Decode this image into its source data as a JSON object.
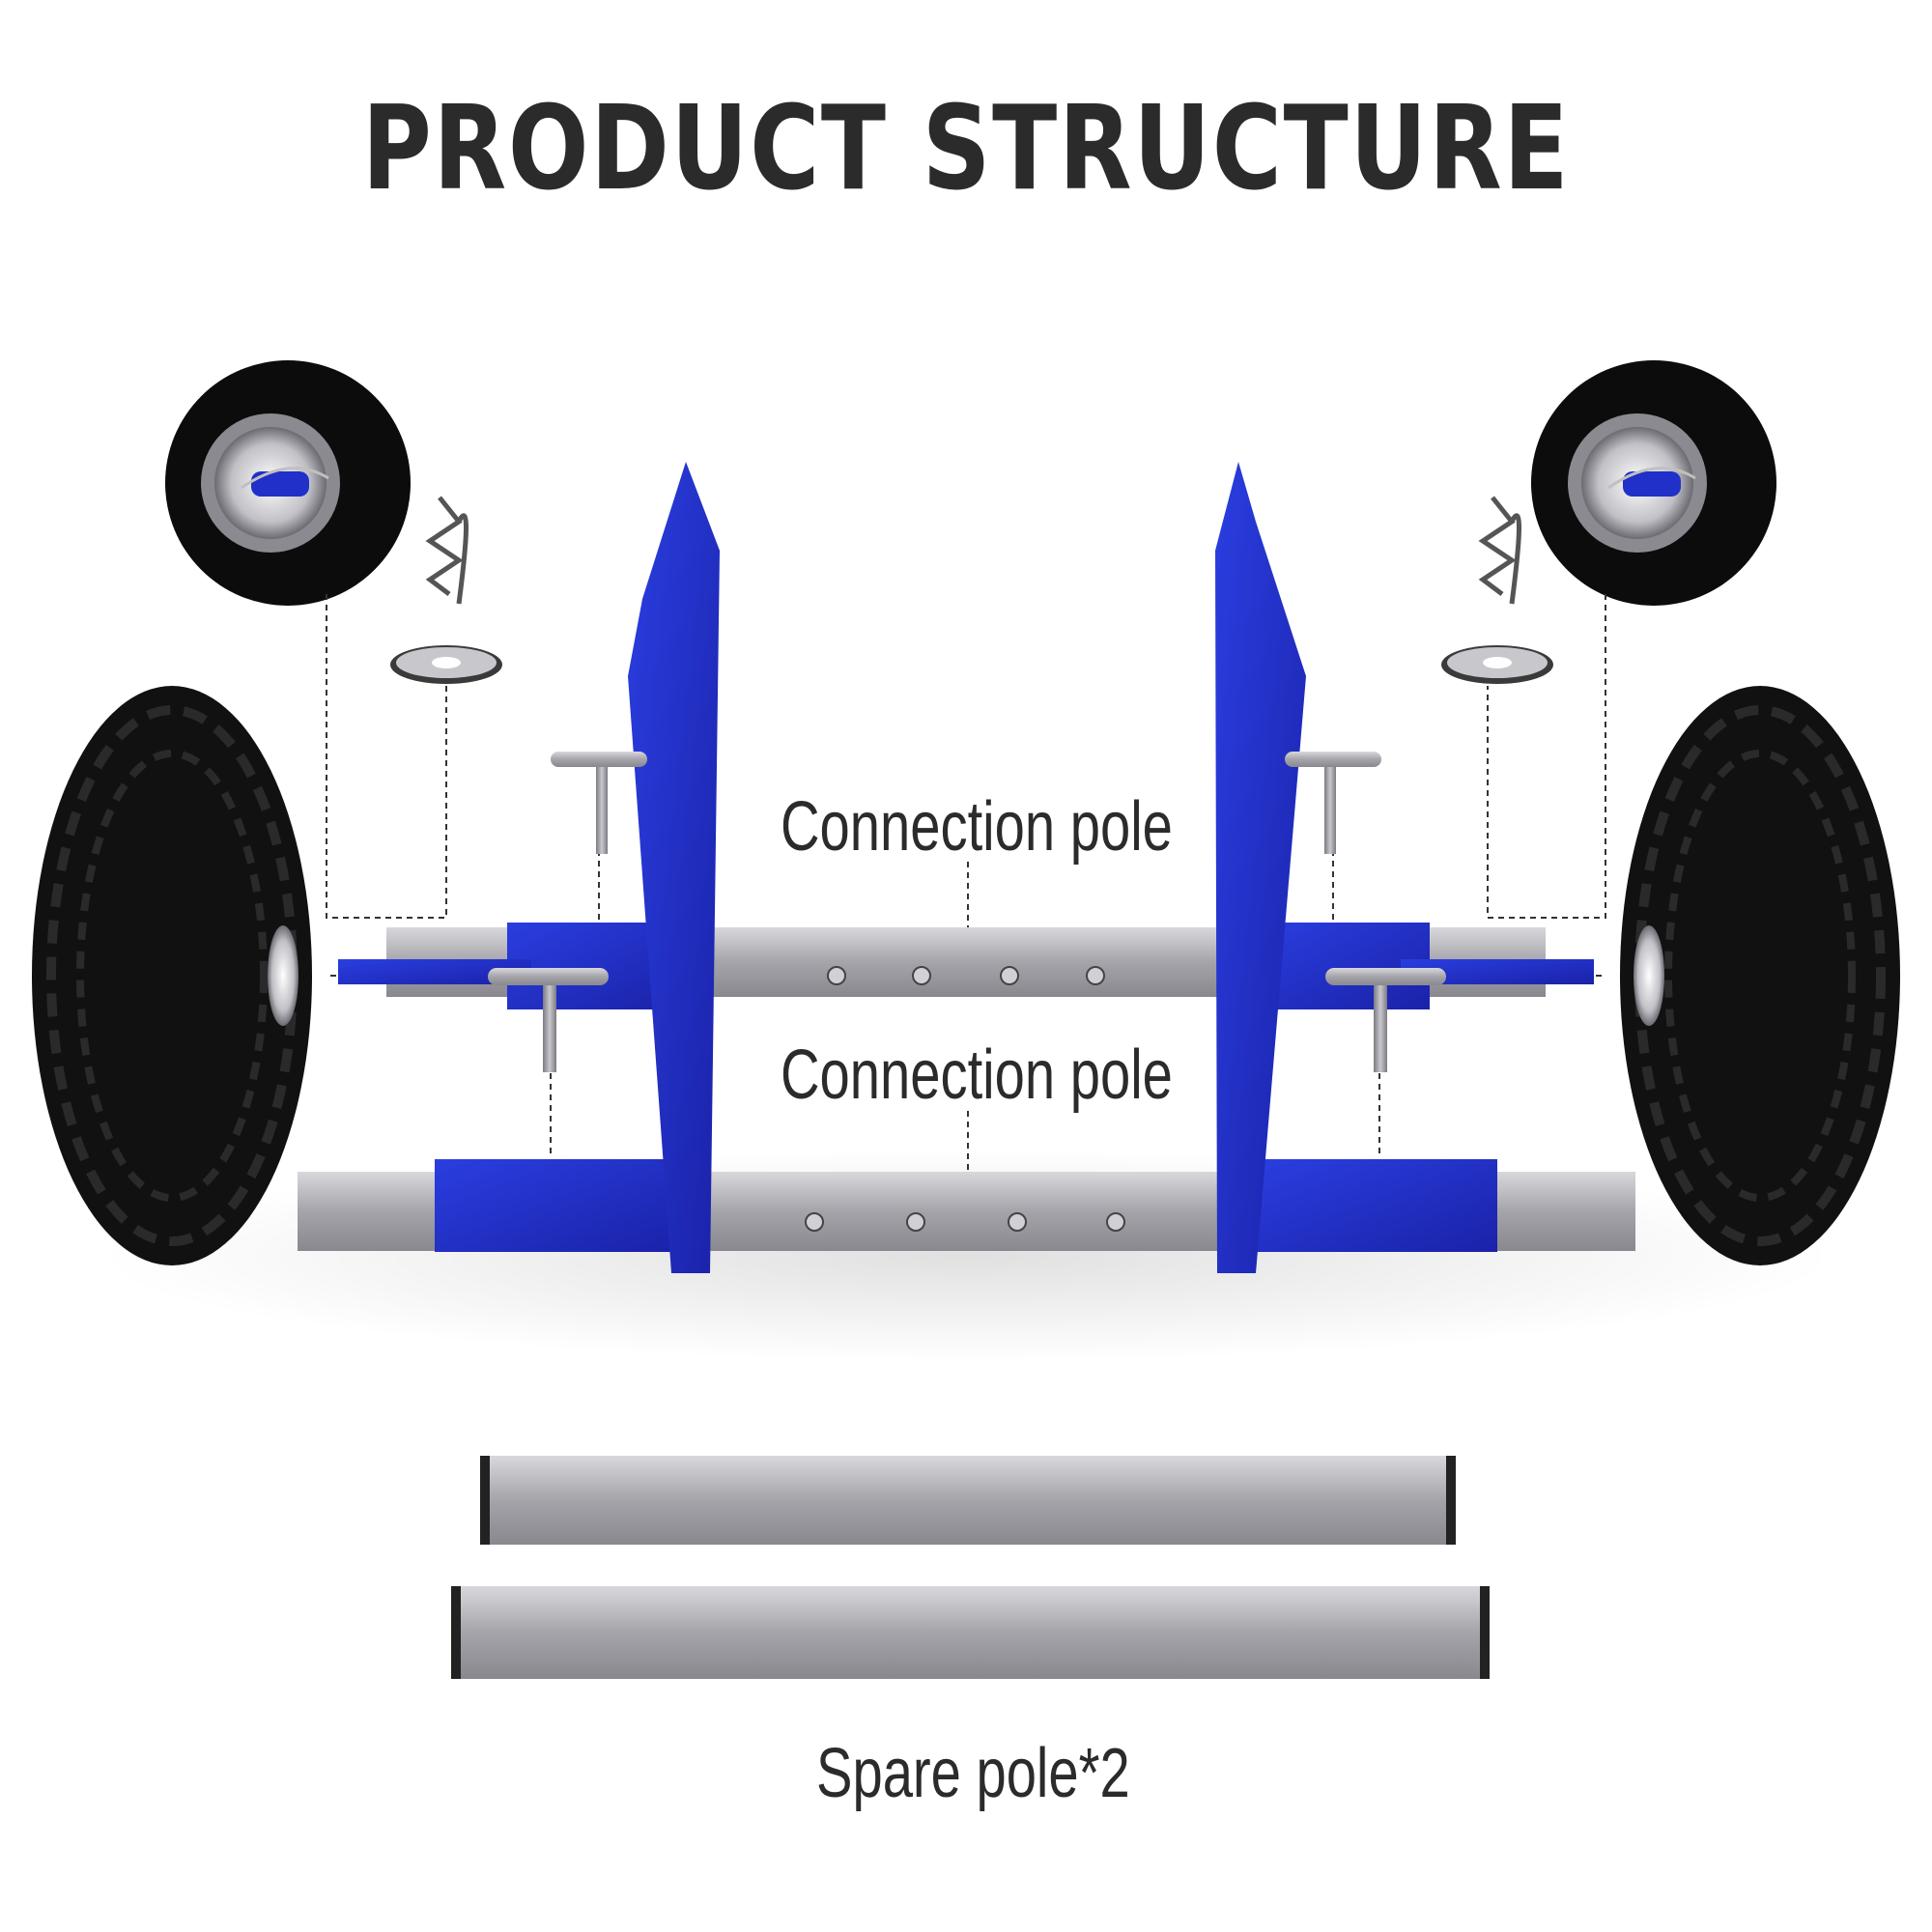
{
  "title": "PRODUCT STRUCTURE",
  "labels": {
    "connection_pole_upper": "Connection pole",
    "connection_pole_lower": "Connection pole",
    "spare_pole": "Spare pole*2"
  },
  "colors": {
    "frame_blue": "#2030c8",
    "tire_black": "#151515",
    "steel_gray": "#a9a9b0",
    "text": "#2b2b2b"
  },
  "parts": [
    "left-wheel",
    "right-wheel",
    "left-wheel-detail",
    "right-wheel-detail",
    "left-hitch-pin",
    "right-hitch-pin",
    "left-washer",
    "right-washer",
    "left-upright-plate",
    "right-upright-plate",
    "t-bolts",
    "axle-tubes",
    "connection-poles",
    "spare-poles"
  ]
}
